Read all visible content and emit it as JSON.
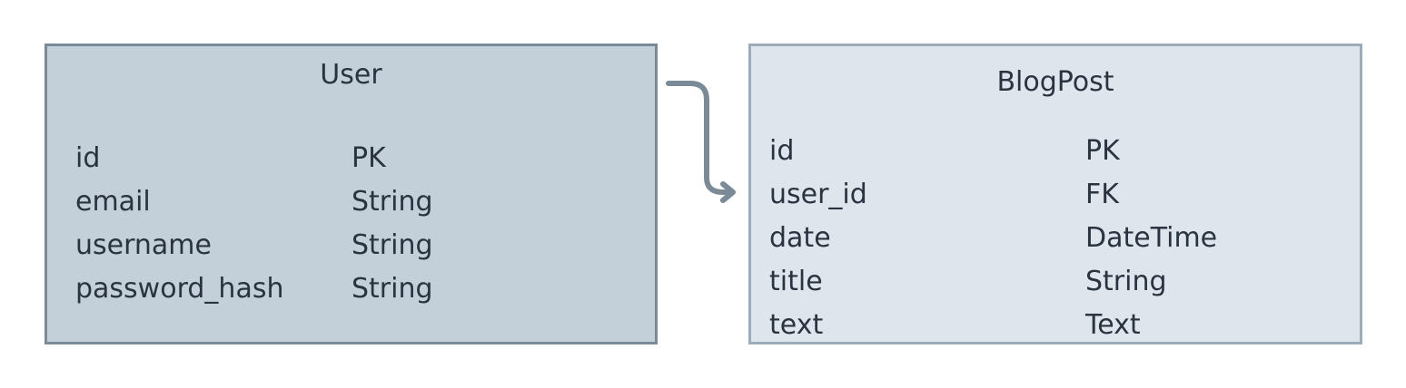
{
  "entities": {
    "user": {
      "title": "User",
      "fields": [
        {
          "name": "id",
          "type": "PK"
        },
        {
          "name": "email",
          "type": "String"
        },
        {
          "name": "username",
          "type": "String"
        },
        {
          "name": "password_hash",
          "type": "String"
        }
      ]
    },
    "blogpost": {
      "title": "BlogPost",
      "fields": [
        {
          "name": "id",
          "type": "PK"
        },
        {
          "name": "user_id",
          "type": "FK"
        },
        {
          "name": "date",
          "type": "DateTime"
        },
        {
          "name": "title",
          "type": "String"
        },
        {
          "name": "text",
          "type": "Text"
        }
      ]
    }
  },
  "relationship": {
    "from": "User",
    "to": "BlogPost.user_id"
  },
  "colors": {
    "user_fill": "#c3d0d9",
    "user_border": "#7b8a97",
    "blogpost_fill": "#dfe5ed",
    "blogpost_border": "#9eacb9",
    "connector": "#7b8a97",
    "text": "#2a3340"
  }
}
